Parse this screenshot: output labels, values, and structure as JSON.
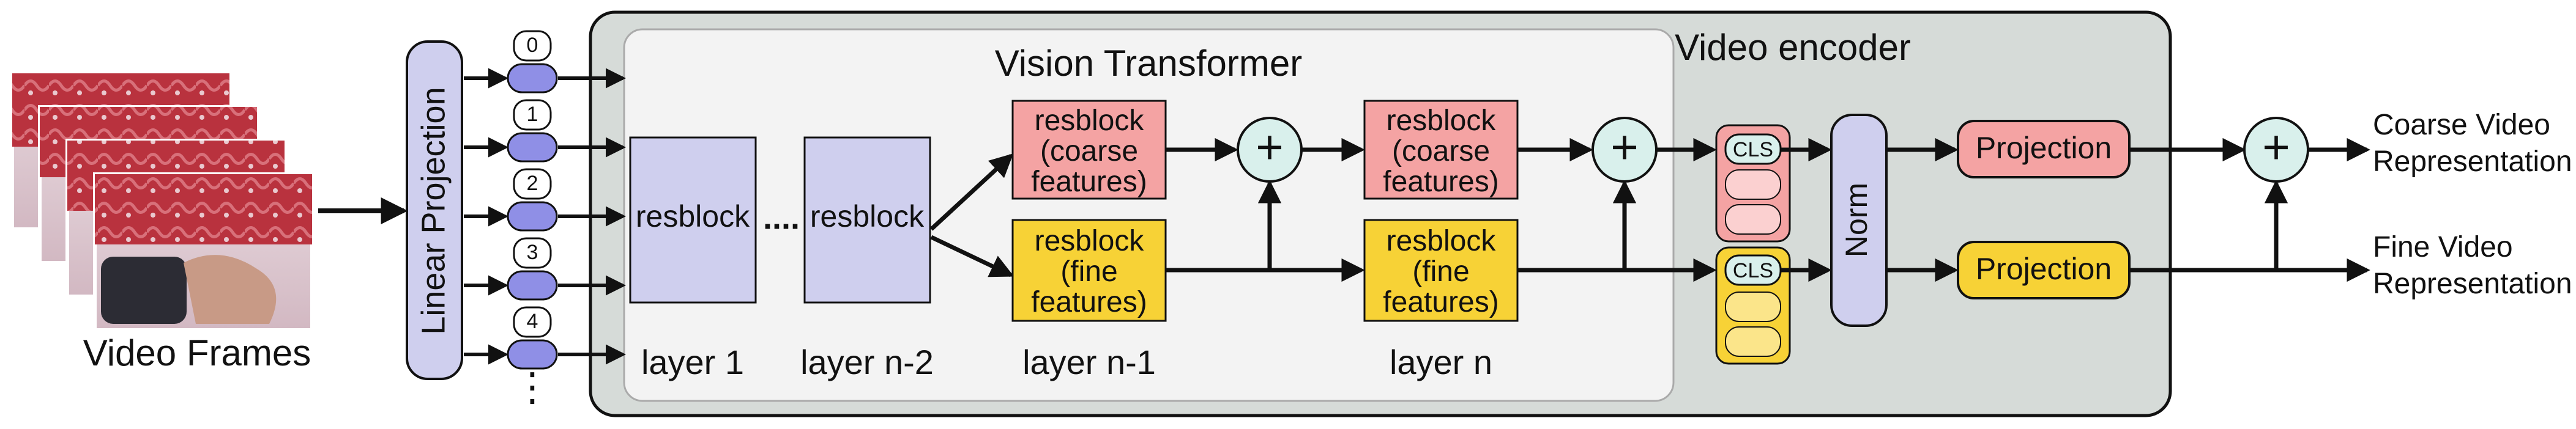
{
  "frames": {
    "caption": "Video Frames"
  },
  "linear_projection": {
    "label": "Linear Projection"
  },
  "tokens": {
    "items": [
      "0",
      "1",
      "2",
      "3",
      "4"
    ],
    "ellipsis": "⋮"
  },
  "video_encoder": {
    "title": "Video encoder"
  },
  "vision_transformer": {
    "title": "Vision Transformer",
    "resblock_label": "resblock",
    "dots": "....",
    "coarse_block": [
      "resblock",
      "(coarse",
      "features)"
    ],
    "fine_block": [
      "resblock",
      "(fine",
      "features)"
    ],
    "layers": [
      "layer 1",
      "layer n-2",
      "layer n-1",
      "layer n"
    ],
    "plus_symbol": "+"
  },
  "cls_label": "CLS",
  "norm_label": "Norm",
  "projection_label": "Projection",
  "outputs": {
    "coarse": [
      "Coarse Video",
      "Representation"
    ],
    "fine": [
      "Fine Video",
      "Representation"
    ]
  },
  "colors": {
    "encoder_bg": "#d6dbd8",
    "vit_bg": "#f3f3f3",
    "lavender": "#cfcfee",
    "coarse_red": "#f4a3a3",
    "fine_yellow": "#f7d236",
    "plus_fill": "#d9f0ec"
  }
}
